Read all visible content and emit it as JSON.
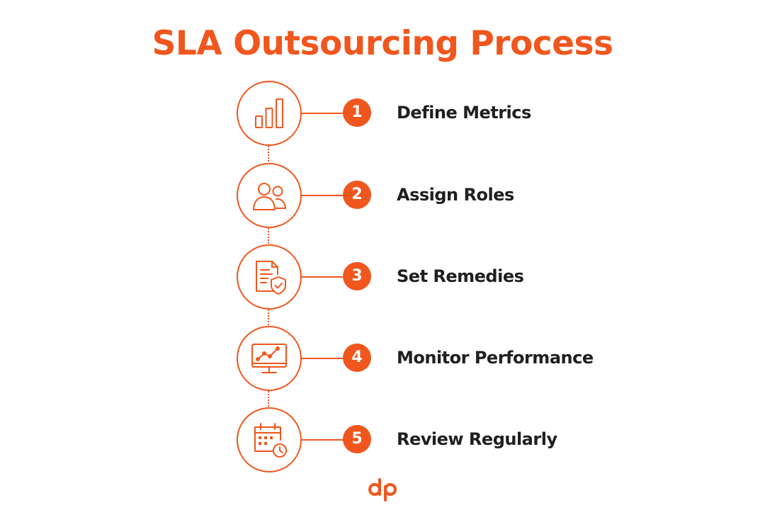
{
  "title": "SLA Outsourcing Process",
  "accent_color": "#f0561d",
  "steps": [
    {
      "number": "1",
      "label": "Define Metrics",
      "icon": "bar-chart-icon"
    },
    {
      "number": "2",
      "label": "Assign Roles",
      "icon": "people-icon"
    },
    {
      "number": "3",
      "label": "Set Remedies",
      "icon": "document-shield-icon"
    },
    {
      "number": "4",
      "label": "Monitor Performance",
      "icon": "monitor-chart-icon"
    },
    {
      "number": "5",
      "label": "Review Regularly",
      "icon": "calendar-clock-icon"
    }
  ],
  "logo": {
    "icon": "dp-logo-icon",
    "text": "dp"
  }
}
